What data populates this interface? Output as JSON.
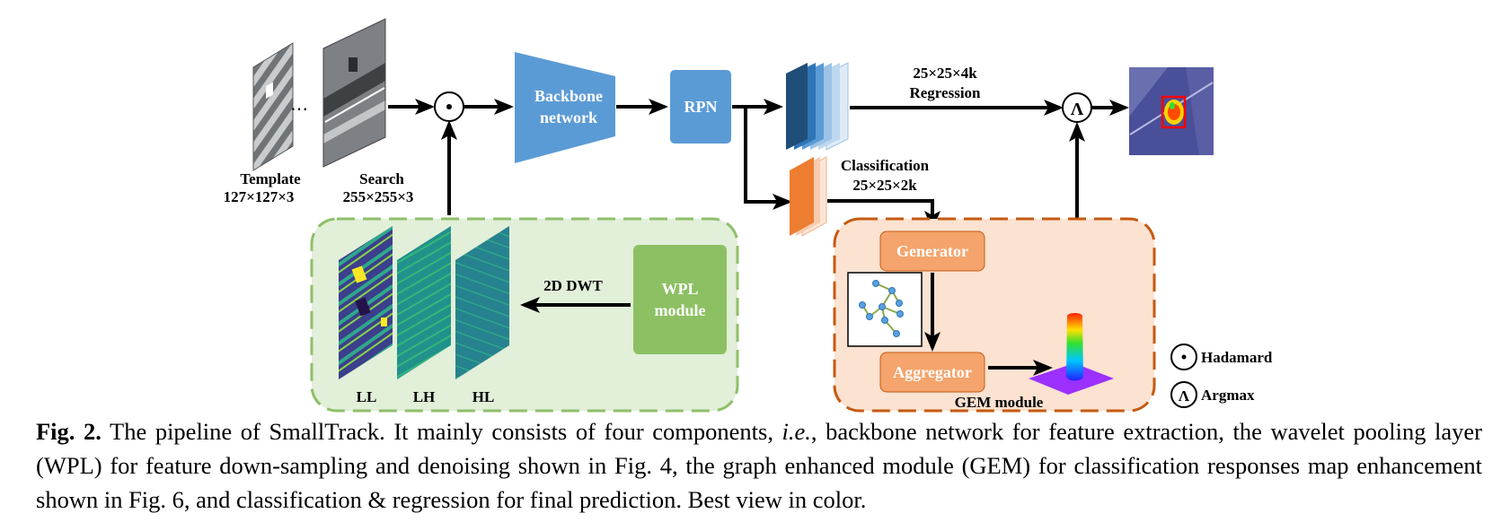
{
  "inputs": {
    "template_label": "Template",
    "template_size": "127×127×3",
    "search_label": "Search",
    "search_size": "255×255×3",
    "ellipsis": "⋯"
  },
  "backbone": {
    "line1": "Backbone",
    "line2": "network"
  },
  "rpn": {
    "label": "RPN"
  },
  "regression": {
    "size": "25×25×4k",
    "label": "Regression"
  },
  "classification": {
    "label": "Classification",
    "size": "25×25×2k"
  },
  "wpl": {
    "module_line1": "WPL",
    "module_line2": "module",
    "transform_label": "2D DWT",
    "subbands": [
      "LL",
      "LH",
      "HL"
    ]
  },
  "gem": {
    "generator_label": "Generator",
    "aggregator_label": "Aggregator",
    "module_label": "GEM module"
  },
  "legend": {
    "hadamard_symbol": "⊙",
    "hadamard_label": "Hadamard",
    "argmax_symbol": "Λ",
    "argmax_label": "Argmax"
  },
  "caption": {
    "figure_no": "Fig. 2.",
    "part1": " The pipeline of SmallTrack. It mainly consists of four components, ",
    "ie": "i.e.",
    "part2": ", backbone network for feature extraction, the wavelet pooling layer (WPL) for feature down-sampling and denoising shown in Fig. 4, the graph enhanced module (GEM) for classification responses map enhancement shown in Fig. 6, and classification & regression for final prediction. Best view in color."
  },
  "colors": {
    "backbone": "#5b9bd5",
    "rpn": "#5b9bd5",
    "wpl_bg": "#e2efd9",
    "wpl_border": "#8fbf6a",
    "wpl_module": "#8dc063",
    "gem_bg": "#fbe2d1",
    "gem_border": "#c55a11",
    "gem_box": "#f4a46c",
    "class_orange": "#ed7d31"
  }
}
